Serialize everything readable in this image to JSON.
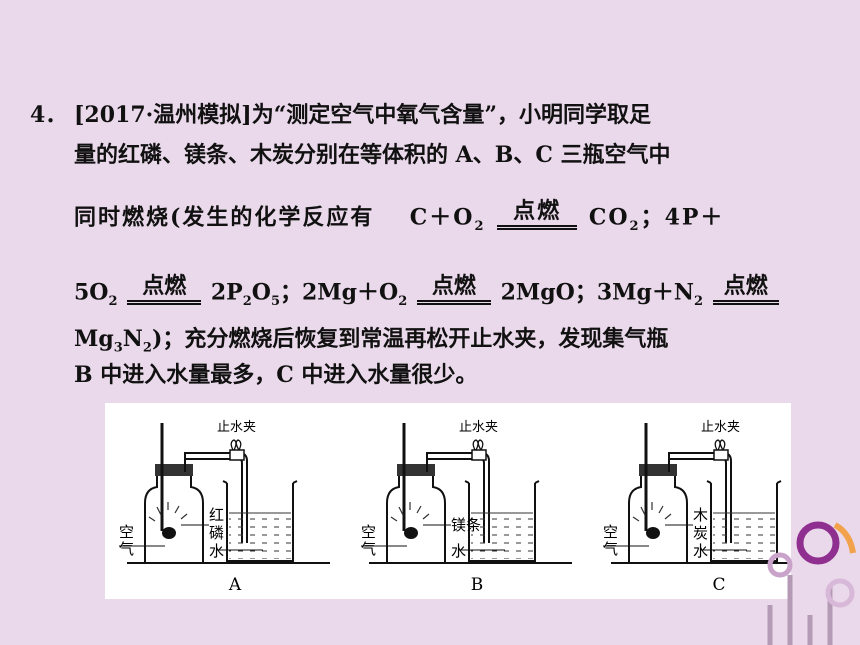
{
  "question": {
    "number": "4．",
    "line1": "[2017·温州模拟]为“测定空气中氧气含量”，小明同学取足",
    "line2": "量的红磷、镁条、木炭分别在等体积的 A、B、C 三瓶空气中",
    "line3_a": "同时燃烧(发生的化学反应有",
    "line3_b": "C＋O",
    "line3_c": "CO",
    "line3_d": "；4P＋",
    "line4_a": "5O",
    "line4_b": "2P",
    "line4_c": "O",
    "line4_d": "；2Mg＋O",
    "line4_e": "2MgO；3Mg＋N",
    "line5_a": "Mg",
    "line5_b": "N",
    "line5_c": ")；充分燃烧后恢复到常温再松开止水夹，发现集气瓶",
    "line6": "B 中进入水量最多，C 中进入水量很少。",
    "condition": "点燃",
    "sub2": "2",
    "sub3": "3",
    "sub5": "5"
  },
  "figure": {
    "clamp_label": "止水夹",
    "air_label_top": "空",
    "air_label_bottom": "气",
    "water_label": "水",
    "apparatus": [
      {
        "caption": "A",
        "substance_lines": [
          "红",
          "磷"
        ]
      },
      {
        "caption": "B",
        "substance_lines": [
          "镁条"
        ]
      },
      {
        "caption": "C",
        "substance_lines": [
          "木",
          "炭"
        ]
      }
    ]
  }
}
